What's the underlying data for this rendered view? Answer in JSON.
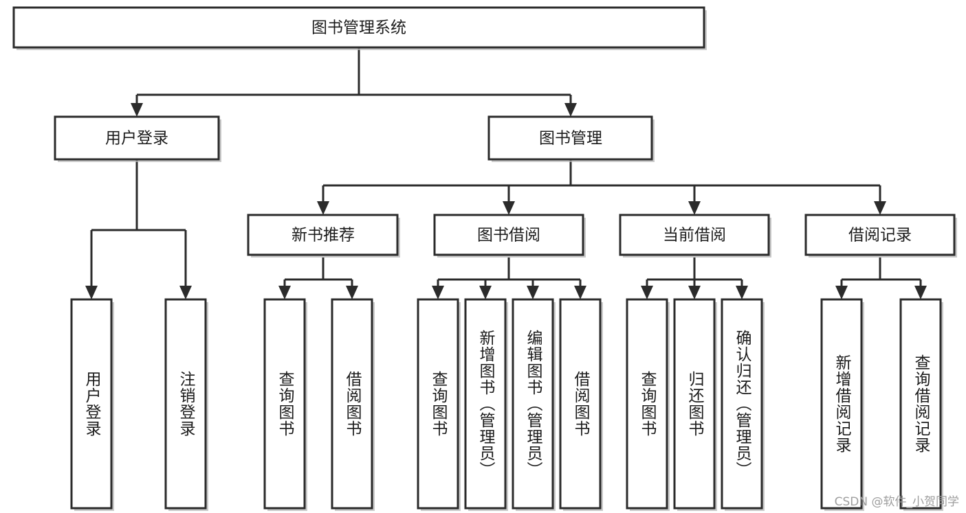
{
  "diagram": {
    "title": "图书管理系统",
    "type": "tree",
    "orientation": "top-down",
    "colors": {
      "box_fill": "#ffffff",
      "box_stroke": "#2b2b2b",
      "text": "#1b1b1b",
      "connector": "#2b2b2b",
      "shadow": "#b8b8b8",
      "watermark": "#9e9e9e",
      "background": "#ffffff"
    },
    "root": {
      "label": "图书管理系统",
      "orientation": "horizontal"
    },
    "level2": [
      {
        "label": "用户登录",
        "orientation": "horizontal"
      },
      {
        "label": "图书管理",
        "orientation": "horizontal"
      }
    ],
    "level3": [
      {
        "label": "新书推荐",
        "orientation": "horizontal",
        "parent": "图书管理"
      },
      {
        "label": "图书借阅",
        "orientation": "horizontal",
        "parent": "图书管理"
      },
      {
        "label": "当前借阅",
        "orientation": "horizontal",
        "parent": "图书管理"
      },
      {
        "label": "借阅记录",
        "orientation": "horizontal",
        "parent": "图书管理"
      }
    ],
    "leaves": [
      {
        "label": "用户登录",
        "orientation": "vertical",
        "parent": "用户登录"
      },
      {
        "label": "注销登录",
        "orientation": "vertical",
        "parent": "用户登录"
      },
      {
        "label": "查询图书",
        "orientation": "vertical",
        "parent": "新书推荐"
      },
      {
        "label": "借阅图书",
        "orientation": "vertical",
        "parent": "新书推荐"
      },
      {
        "label": "查询图书",
        "orientation": "vertical",
        "parent": "图书借阅"
      },
      {
        "label": "新增图书（管理员）",
        "orientation": "vertical",
        "parent": "图书借阅"
      },
      {
        "label": "编辑图书（管理员）",
        "orientation": "vertical",
        "parent": "图书借阅"
      },
      {
        "label": "借阅图书",
        "orientation": "vertical",
        "parent": "图书借阅"
      },
      {
        "label": "查询图书",
        "orientation": "vertical",
        "parent": "当前借阅"
      },
      {
        "label": "归还图书",
        "orientation": "vertical",
        "parent": "当前借阅"
      },
      {
        "label": "确认归还（管理员）",
        "orientation": "vertical",
        "parent": "当前借阅"
      },
      {
        "label": "新增借阅记录",
        "orientation": "vertical",
        "parent": "借阅记录"
      },
      {
        "label": "查询借阅记录",
        "orientation": "vertical",
        "parent": "借阅记录"
      }
    ]
  },
  "watermark": {
    "text": "CSDN @软件_小贺同学"
  }
}
